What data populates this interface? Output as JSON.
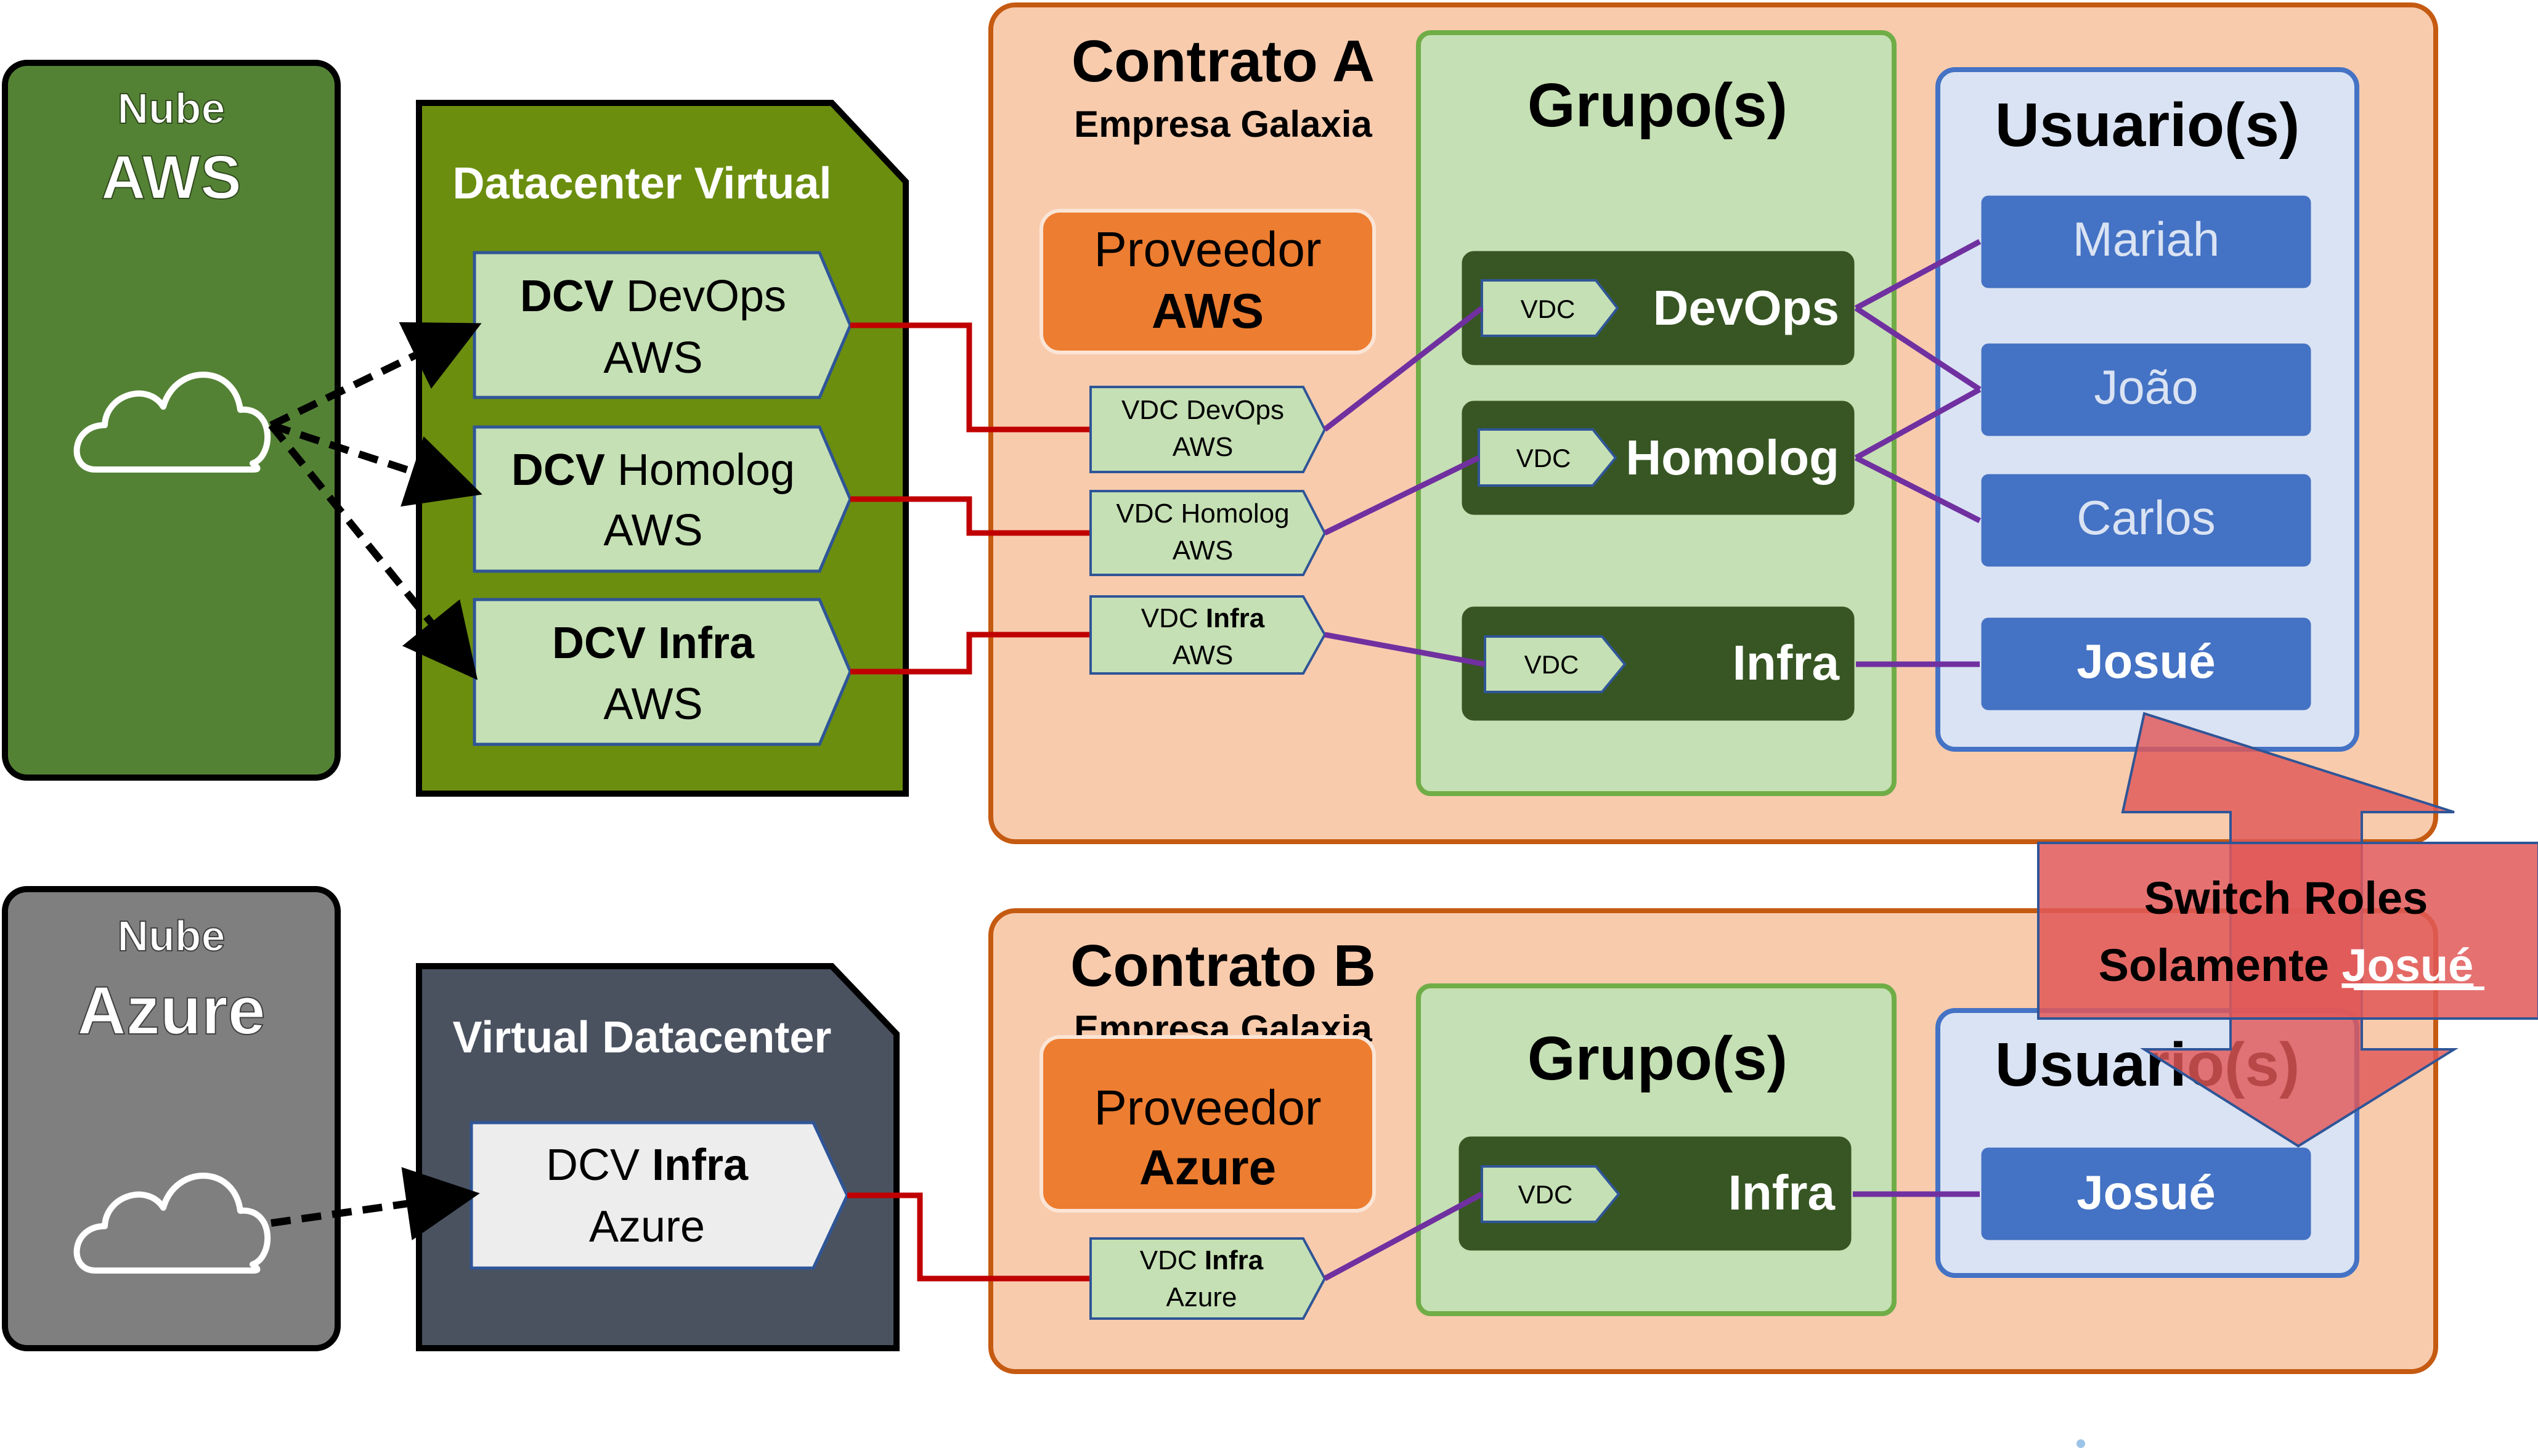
{
  "colors": {
    "aws_cloud": "#548235",
    "azure_cloud": "#7f7f7f",
    "aws_datacenter": "#6b8e0f",
    "azure_datacenter": "#4a5260",
    "contract_bg": "#f8cbad",
    "contract_border": "#c55a11",
    "group_bg": "#c5e0b4",
    "group_border": "#70ad47",
    "group_item": "#375623",
    "users_bg": "#dae3f3",
    "users_border": "#4472c4",
    "user_box": "#4472c4",
    "provider": "#ed7d31",
    "vdc_tag": "#c5e0b4",
    "link_red": "#c00000",
    "link_purple": "#7030a0",
    "switch_arrow": "#e05858"
  },
  "aws_cloud": {
    "line1": "Nube",
    "line2": "AWS",
    "icon": "cloud-icon"
  },
  "azure_cloud": {
    "line1": "Nube",
    "line2": "Azure",
    "icon": "cloud-icon"
  },
  "aws_datacenter": {
    "title": "Datacenter Virtual",
    "items": [
      {
        "bold": "DCV",
        "rest": " DevOps",
        "line2": "AWS"
      },
      {
        "bold": "DCV",
        "rest": " Homolog",
        "line2": "AWS"
      },
      {
        "bold": "DCV Infra",
        "rest": "",
        "line2": "AWS"
      }
    ]
  },
  "azure_datacenter": {
    "title": "Virtual Datacenter",
    "items": [
      {
        "pre": "DCV ",
        "bold": "Infra",
        "line2": "Azure"
      }
    ]
  },
  "contract_a": {
    "title": "Contrato A",
    "subtitle": "Empresa Galaxia",
    "provider": {
      "line1": "Proveedor",
      "line2": "AWS"
    },
    "vdc_tags": [
      {
        "pre": "VDC DevOps",
        "bold": "",
        "line2": "AWS"
      },
      {
        "pre": "VDC Homolog",
        "bold": "",
        "line2": "AWS"
      },
      {
        "pre": "VDC ",
        "bold": "Infra",
        "line2": "AWS"
      }
    ],
    "groups_title": "Grupo(s)",
    "groups": [
      {
        "tag": "VDC",
        "name": "DevOps"
      },
      {
        "tag": "VDC",
        "name": "Homolog"
      },
      {
        "tag": "VDC",
        "name": "Infra"
      }
    ],
    "users_title": "Usuario(s)",
    "users": [
      "Mariah",
      "João",
      "Carlos",
      "Josué"
    ]
  },
  "contract_b": {
    "title": "Contrato B",
    "subtitle": "Empresa Galaxia",
    "provider": {
      "line1": "Proveedor",
      "line2": "Azure"
    },
    "vdc_tags": [
      {
        "pre": "VDC ",
        "bold": "Infra",
        "line2": "Azure"
      }
    ],
    "groups_title": "Grupo(s)",
    "groups": [
      {
        "tag": "VDC",
        "name": "Infra"
      }
    ],
    "users_title": "Usuario(s)",
    "users": [
      "Josué"
    ]
  },
  "switch_roles": {
    "line1": "Switch Roles",
    "line2_pre": "Solamente ",
    "line2_user": "Josué"
  }
}
